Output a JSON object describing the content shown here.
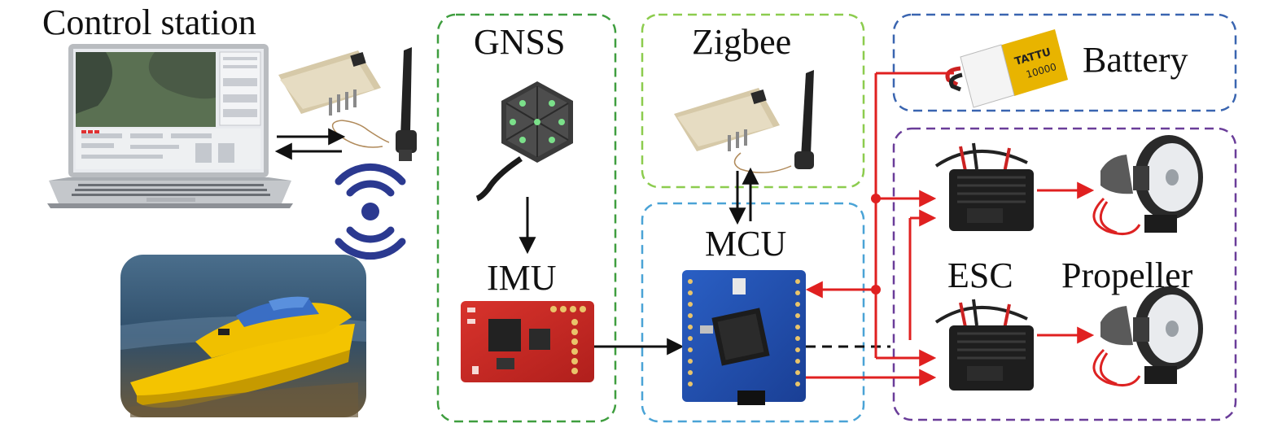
{
  "labels": {
    "control_station": "Control station",
    "gnss": "GNSS",
    "zigbee": "Zigbee",
    "battery": "Battery",
    "imu": "IMU",
    "mcu": "MCU",
    "esc": "ESC",
    "propeller": "Propeller"
  },
  "component_text": {
    "battery_brand": "TATTU",
    "battery_capacity": "10000"
  },
  "colors": {
    "gnss_box": "#3f9e3f",
    "zigbee_box": "#8ccc4e",
    "mcu_box": "#4aa3d6",
    "battery_box": "#3a65b0",
    "esc_box": "#6a3d99",
    "power_line": "#e02020",
    "signal_line": "#111111",
    "wireless_icon": "#2b3990"
  }
}
